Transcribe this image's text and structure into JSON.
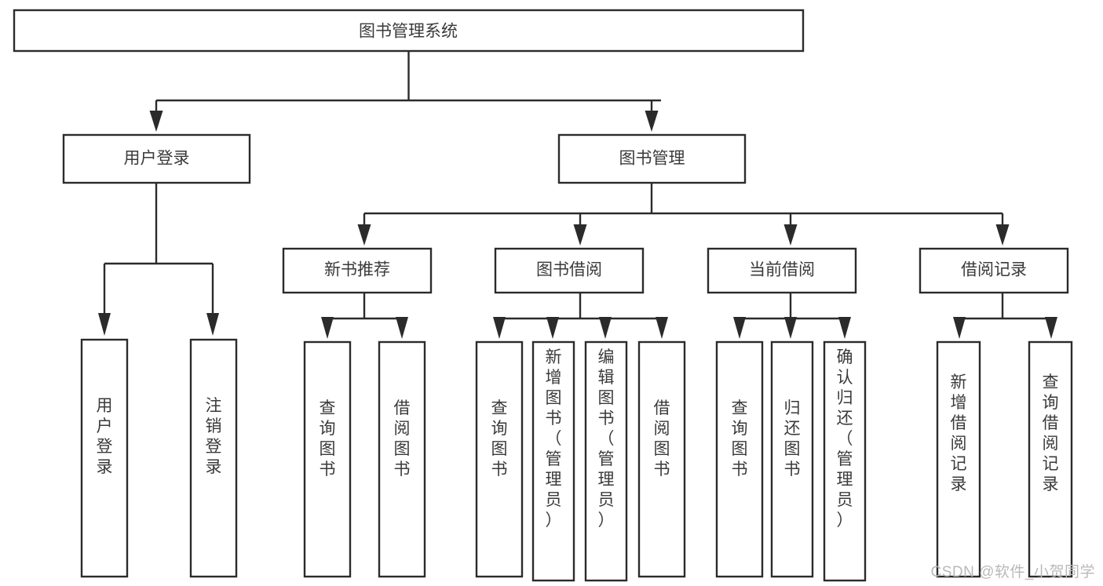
{
  "diagram": {
    "type": "tree-hierarchy",
    "title": "图书管理系统",
    "background_color": "#ffffff",
    "box_stroke_color": "#2b2b2b",
    "text_color": "#3a3a3a",
    "root": {
      "id": "root",
      "label": "图书管理系统",
      "orientation": "horizontal"
    },
    "level2": [
      {
        "id": "user-login",
        "label": "用户登录",
        "orientation": "horizontal"
      },
      {
        "id": "book-manage",
        "label": "图书管理",
        "orientation": "horizontal"
      }
    ],
    "level3": [
      {
        "id": "new-book-recommend",
        "label": "新书推荐",
        "orientation": "horizontal",
        "parent": "book-manage"
      },
      {
        "id": "book-borrow",
        "label": "图书借阅",
        "orientation": "horizontal",
        "parent": "book-manage"
      },
      {
        "id": "current-borrow",
        "label": "当前借阅",
        "orientation": "horizontal",
        "parent": "book-manage"
      },
      {
        "id": "borrow-record",
        "label": "借阅记录",
        "orientation": "horizontal",
        "parent": "book-manage"
      }
    ],
    "leaves": [
      {
        "id": "leaf-user-login",
        "label": "用户登录",
        "orientation": "vertical",
        "parent": "user-login"
      },
      {
        "id": "leaf-user-logout",
        "label": "注销登录",
        "orientation": "vertical",
        "parent": "user-login"
      },
      {
        "id": "leaf-query-book-1",
        "label": "查询图书",
        "orientation": "vertical",
        "parent": "new-book-recommend"
      },
      {
        "id": "leaf-borrow-book-1",
        "label": "借阅图书",
        "orientation": "vertical",
        "parent": "new-book-recommend"
      },
      {
        "id": "leaf-query-book-2",
        "label": "查询图书",
        "orientation": "vertical",
        "parent": "book-borrow"
      },
      {
        "id": "leaf-add-book",
        "label": "新增图书（管理员）",
        "orientation": "vertical",
        "parent": "book-borrow"
      },
      {
        "id": "leaf-edit-book",
        "label": "编辑图书（管理员）",
        "orientation": "vertical",
        "parent": "book-borrow"
      },
      {
        "id": "leaf-borrow-book-2",
        "label": "借阅图书",
        "orientation": "vertical",
        "parent": "book-borrow"
      },
      {
        "id": "leaf-query-book-3",
        "label": "查询图书",
        "orientation": "vertical",
        "parent": "current-borrow"
      },
      {
        "id": "leaf-return-book",
        "label": "归还图书",
        "orientation": "vertical",
        "parent": "current-borrow"
      },
      {
        "id": "leaf-confirm-return",
        "label": "确认归还（管理员）",
        "orientation": "vertical",
        "parent": "current-borrow"
      },
      {
        "id": "leaf-add-record",
        "label": "新增借阅记录",
        "orientation": "vertical",
        "parent": "borrow-record"
      },
      {
        "id": "leaf-query-record",
        "label": "查询借阅记录",
        "orientation": "vertical",
        "parent": "borrow-record"
      }
    ]
  },
  "watermark": {
    "text": "CSDN @软件_小贺同学",
    "color": "#b9b9b9"
  }
}
